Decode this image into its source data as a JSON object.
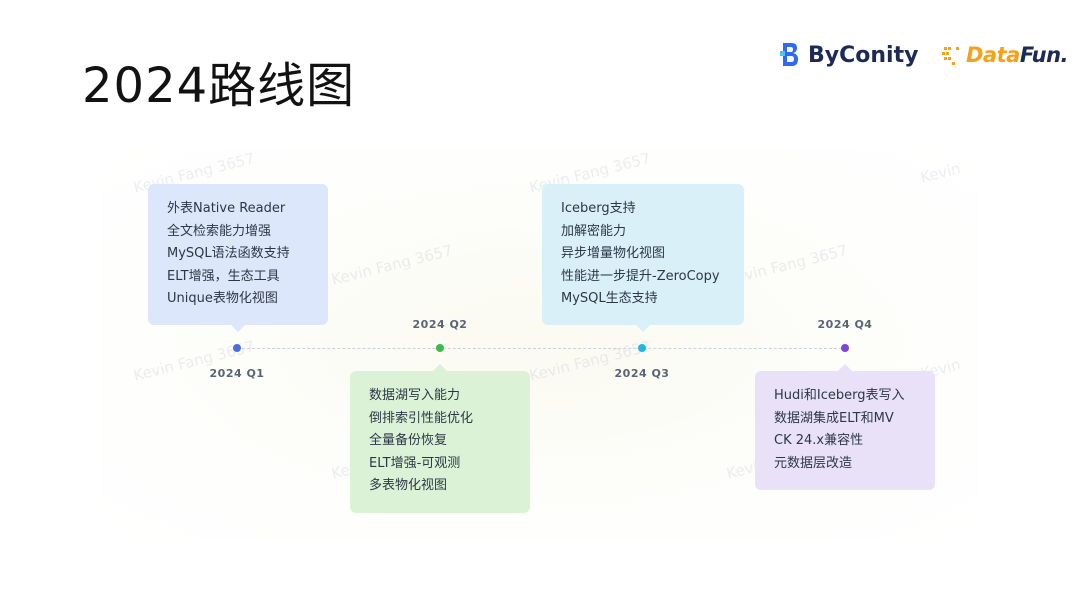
{
  "title": "2024路线图",
  "logos": {
    "byconity": "ByConity",
    "datafun_a": "Data",
    "datafun_b": "Fun."
  },
  "watermark": "Kevin Fang 3657",
  "timeline": {
    "quarters": [
      {
        "label": "2024 Q1",
        "color": "#4a6ee0",
        "card_color": "#dde7fb",
        "items": [
          "外表Native Reader",
          "全文检索能力增强",
          "MySQL语法函数支持",
          "ELT增强，生态工具",
          "Unique表物化视图"
        ]
      },
      {
        "label": "2024 Q2",
        "color": "#3cba4a",
        "card_color": "#dcf2d6",
        "items": [
          "数据湖写入能力",
          "倒排索引性能优化",
          "全量备份恢复",
          "ELT增强-可观测",
          "多表物化视图"
        ]
      },
      {
        "label": "2024 Q3",
        "color": "#1fb6e0",
        "card_color": "#d9f0f8",
        "items": [
          "Iceberg支持",
          "加解密能力",
          "异步增量物化视图",
          "性能进一步提升-ZeroCopy",
          "MySQL生态支持"
        ]
      },
      {
        "label": "2024 Q4",
        "color": "#7c45d8",
        "card_color": "#e8e1f8",
        "items": [
          "Hudi和Iceberg表写入",
          "数据湖集成ELT和MV",
          "CK 24.x兼容性",
          "元数据层改造"
        ]
      }
    ]
  }
}
